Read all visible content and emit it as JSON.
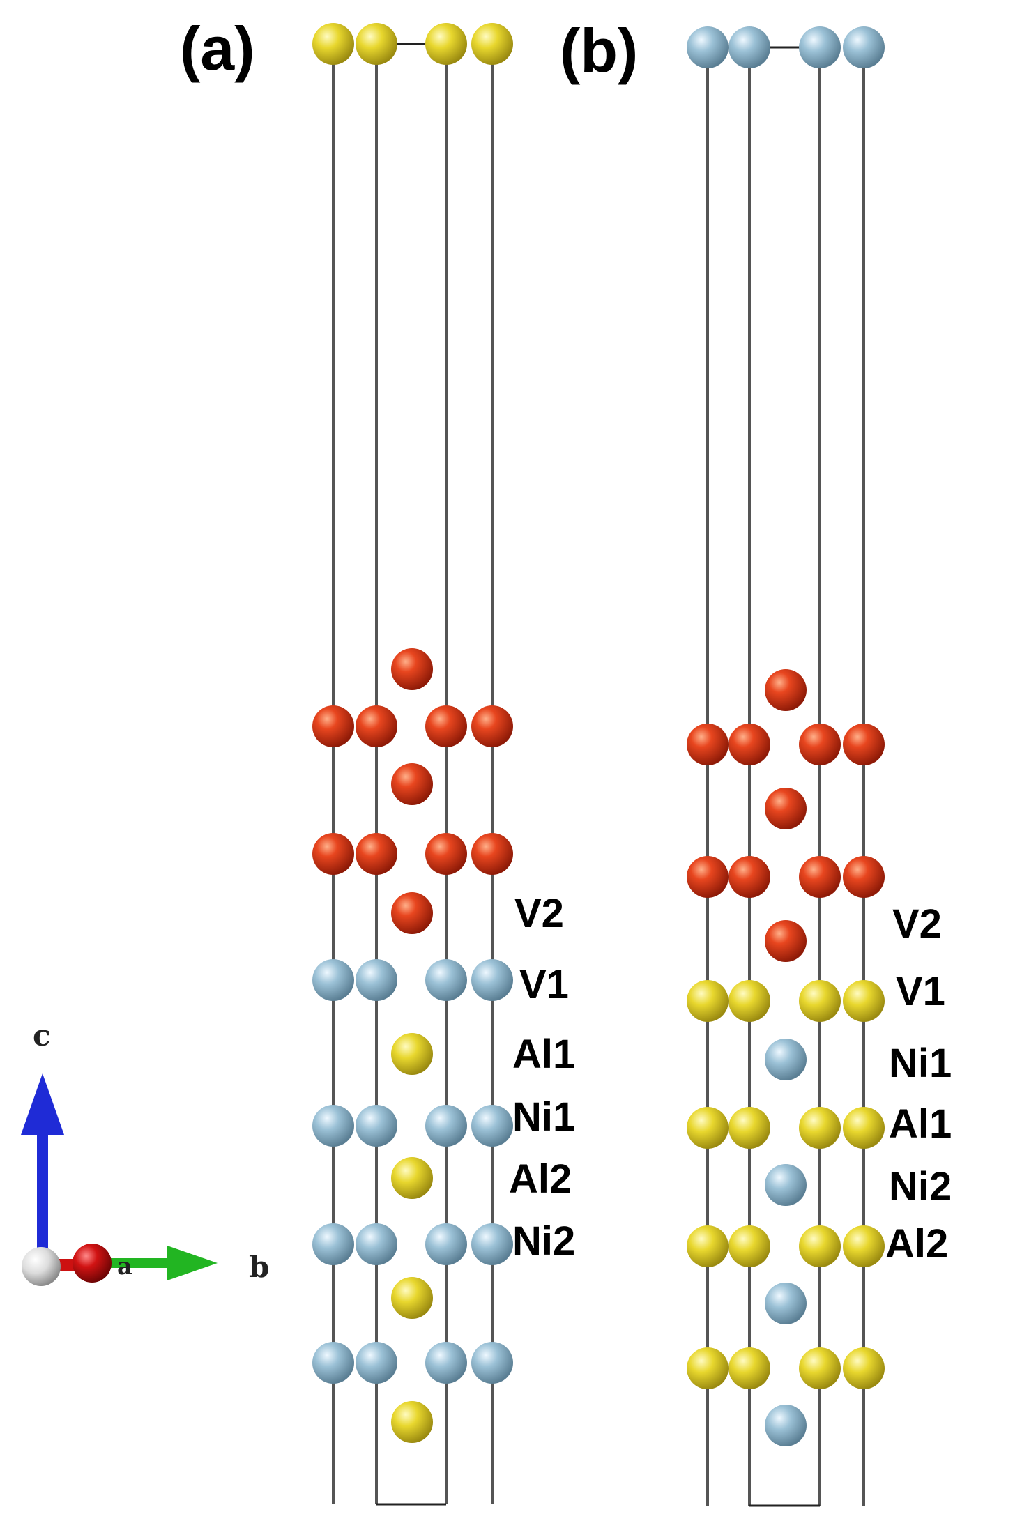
{
  "panels": [
    {
      "label": "(a)",
      "layer_labels": [
        "V2",
        "V1",
        "Al1",
        "Ni1",
        "Al2",
        "Ni2"
      ],
      "stacking_top_to_bottom": [
        "Ni",
        "V",
        "V",
        "V",
        "V",
        "V",
        "Al",
        "Ni",
        "Al",
        "Ni",
        "Al",
        "Ni",
        "Al",
        "Ni"
      ]
    },
    {
      "label": "(b)",
      "layer_labels": [
        "V2",
        "V1",
        "Ni1",
        "Al1",
        "Ni2",
        "Al2"
      ],
      "stacking_top_to_bottom": [
        "Al",
        "V",
        "V",
        "V",
        "V",
        "V",
        "Ni",
        "Al",
        "Ni",
        "Al",
        "Ni",
        "Al",
        "Ni",
        "Al"
      ]
    }
  ],
  "axes": {
    "c": "c",
    "a": "a",
    "b": "b"
  },
  "colors": {
    "V": "#d83a1e",
    "Ni": "#e3d22a",
    "Al": "#8fb6cc",
    "axis_c": "#1f2bd6",
    "axis_a": "#cc1111",
    "axis_b": "#22b522",
    "origin": "#dddddd"
  }
}
